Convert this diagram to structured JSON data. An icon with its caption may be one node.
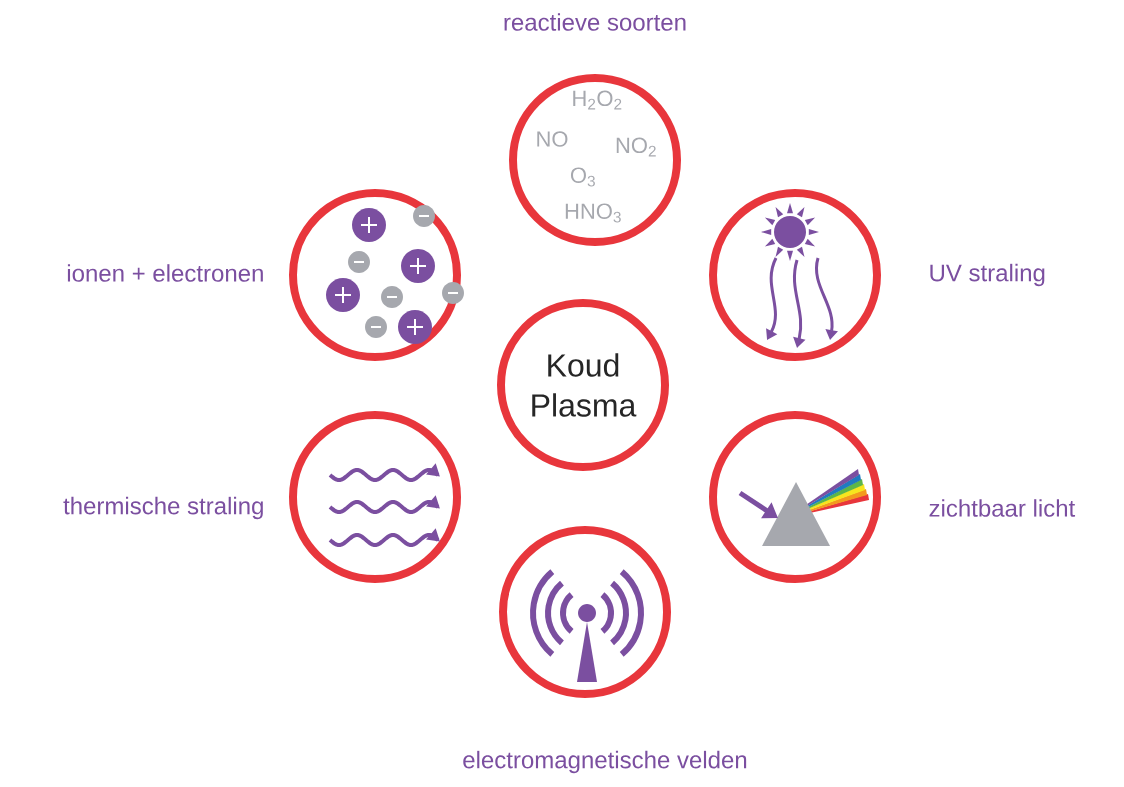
{
  "diagram": {
    "nodes": [
      {
        "text": [
          "Koud Plasma"
        ]
      },
      {
        "text": [
          "reactieve soorten",
          "H$_{2}$O$_{2}$",
          "NO",
          "NO$_{2}$",
          "O$_{3}$",
          "HNO$_{3}$"
        ]
      },
      {
        "text": [
          "ionen + electronen"
        ]
      },
      {
        "text": [
          "UV straling"
        ]
      },
      {
        "text": [
          "thermische straling"
        ]
      },
      {
        "text": [
          "zichtbaar licht"
        ]
      },
      {
        "text": [
          "electromagnetische velden"
        ]
      }
    ]
  }
}
